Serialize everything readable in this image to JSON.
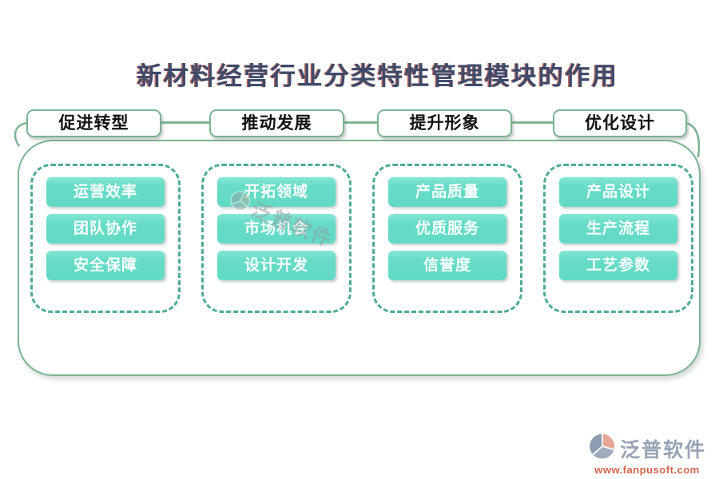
{
  "title": "新材料经营行业分类特性管理模块的作用",
  "columns": [
    {
      "header": "促进转型",
      "items": [
        "运营效率",
        "团队协作",
        "安全保障"
      ]
    },
    {
      "header": "推动发展",
      "items": [
        "开拓领域",
        "市场机会",
        "设计开发"
      ]
    },
    {
      "header": "提升形象",
      "items": [
        "产品质量",
        "优质服务",
        "信誉度"
      ]
    },
    {
      "header": "优化设计",
      "items": [
        "产品设计",
        "生产流程",
        "工艺参数"
      ]
    }
  ],
  "watermark": {
    "text": "泛普软件"
  },
  "footer": {
    "brand": "泛普软件",
    "url": "www.fanpusoft.com"
  },
  "colors": {
    "pill_teal": "#67dcc8",
    "outline_green": "#7cb392",
    "dashed_green": "#4fab92",
    "title_ink": "#3e4a6b",
    "title_fringe": "#b04a3e",
    "brand_gray": "#97a4b6",
    "url_red": "#d2654f",
    "logo_salmon": "#e8a793",
    "logo_gray_blue": "#9dabbd"
  }
}
